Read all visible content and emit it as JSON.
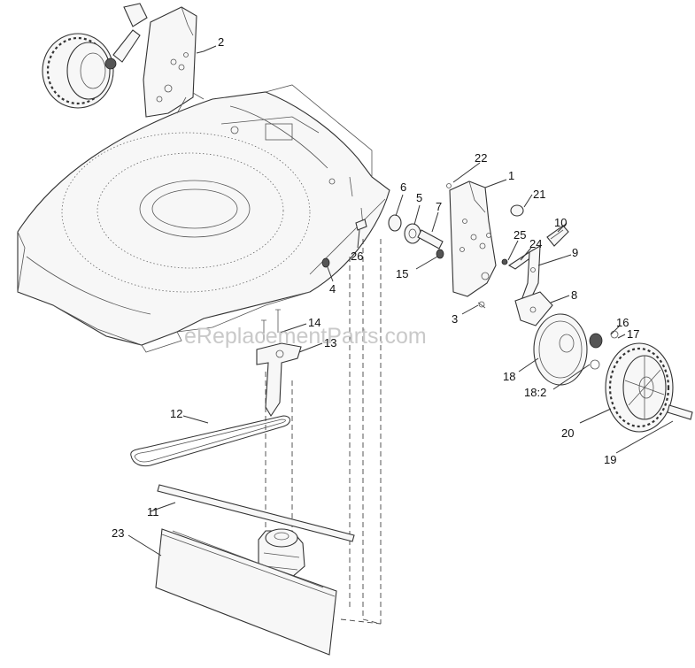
{
  "watermark": "eReplacementParts.com",
  "callouts": [
    "1",
    "2",
    "3",
    "4",
    "5",
    "6",
    "7",
    "8",
    "9",
    "10",
    "11",
    "12",
    "13",
    "14",
    "15",
    "16",
    "17",
    "18",
    "18:2",
    "19",
    "20",
    "21",
    "22",
    "23",
    "24",
    "25",
    "26"
  ]
}
